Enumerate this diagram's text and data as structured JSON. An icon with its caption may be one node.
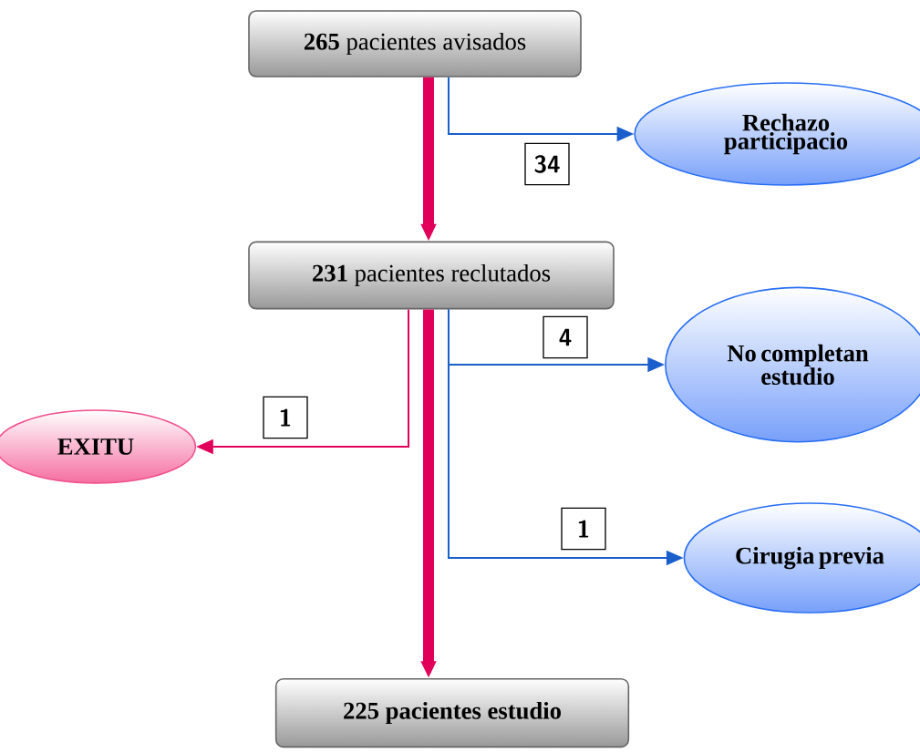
{
  "diagram": {
    "nodes": [
      {
        "text": [
          "**265** pacientes avisados"
        ]
      },
      {
        "text": [
          "Rechazo participacio"
        ]
      },
      {
        "text": [
          "**231** pacientes reclutados"
        ]
      },
      {
        "text": [
          "No completan estudio"
        ]
      },
      {
        "text": [
          "EXITU"
        ]
      },
      {
        "text": [
          "Cirugia previa"
        ]
      },
      {
        "text": [
          "225 pacientes estudio"
        ]
      }
    ],
    "edges": [
      {
        "from": 0,
        "to": 2,
        "arrow": "to",
        "style": "thick",
        "color": "#e0005a"
      },
      {
        "from": 0,
        "to": 1,
        "arrow": "to",
        "label": "34",
        "color": "#1a5fcc"
      },
      {
        "from": 2,
        "to": 3,
        "arrow": "to",
        "label": "4",
        "color": "#1a5fcc"
      },
      {
        "from": 2,
        "to": 4,
        "arrow": "to",
        "label": "1",
        "color": "#e0005a"
      },
      {
        "from": 2,
        "to": 5,
        "arrow": "to",
        "label": "1",
        "color": "#1a5fcc"
      },
      {
        "from": 2,
        "to": 6,
        "arrow": "to",
        "style": "thick",
        "color": "#e0005a"
      }
    ]
  }
}
